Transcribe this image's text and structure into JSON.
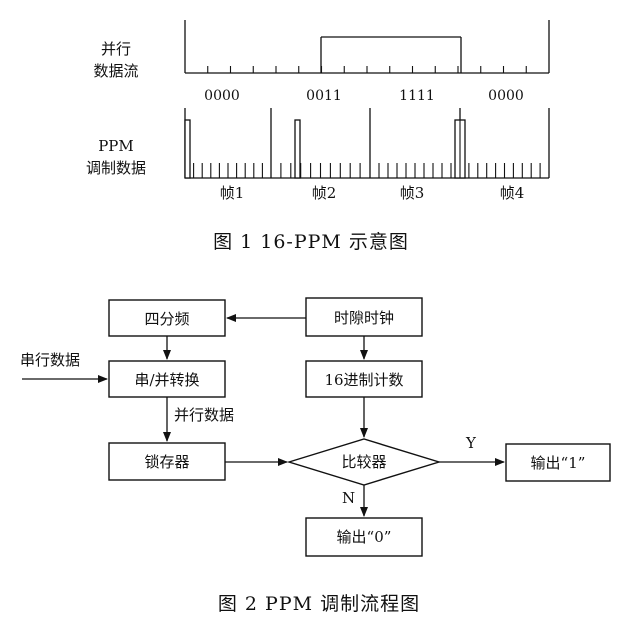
{
  "fig1": {
    "parallel_label": [
      "并行",
      "数据流"
    ],
    "ppm_label": [
      "PPM",
      "调制数据"
    ],
    "bit_groups": [
      "0000",
      "0011",
      "1111",
      "0000"
    ],
    "frames": [
      "帧1",
      "帧2",
      "帧3",
      "帧4"
    ],
    "caption": "图 1   16-PPM 示意图"
  },
  "fig2": {
    "nodes": {
      "divider": "四分频",
      "slot_clock": "时隙时钟",
      "sp_convert": "串/并转换",
      "counter": "16进制计数",
      "latch": "锁存器",
      "comparator": "比较器",
      "out1": "输出“1”",
      "out0": "输出“0”"
    },
    "edge_labels": {
      "serial_in": "串行数据",
      "parallel": "并行数据",
      "yes": "Y",
      "no": "N"
    },
    "caption": "图 2   PPM 调制流程图"
  }
}
